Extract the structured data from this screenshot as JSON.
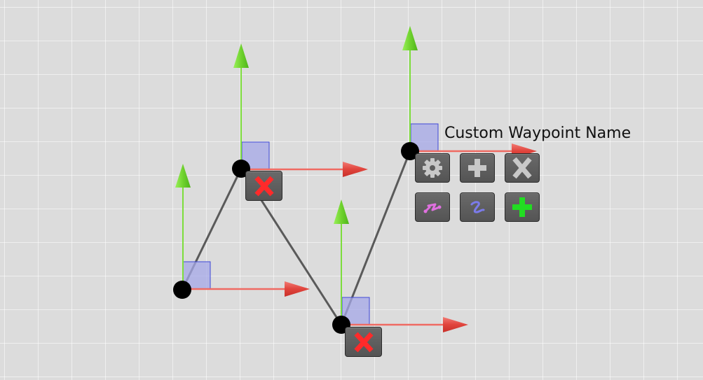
{
  "selected_waypoint": {
    "name": "Custom Waypoint Name"
  },
  "toolbar": {
    "buttons": [
      {
        "id": "settings",
        "icon": "gear-icon"
      },
      {
        "id": "insert",
        "icon": "plus-icon"
      },
      {
        "id": "remove",
        "icon": "x-icon"
      },
      {
        "id": "curve-pink",
        "icon": "curve-icon"
      },
      {
        "id": "curve-blue",
        "icon": "smooth-curve-icon"
      },
      {
        "id": "add",
        "icon": "plus-icon"
      }
    ]
  },
  "waypoints": [
    {
      "id": "waypoint-1",
      "has_delete_button": false
    },
    {
      "id": "waypoint-2",
      "has_delete_button": true
    },
    {
      "id": "waypoint-3",
      "has_delete_button": true
    },
    {
      "id": "waypoint-4",
      "has_delete_button": false,
      "selected": true
    }
  ],
  "colors": {
    "background": "#dcdcdc",
    "grid": "#ffffff",
    "path_line": "#5a5a5a",
    "y_axis": "#7ddd3c",
    "x_axis": "#e8554f",
    "plane_fill": "#a6a8e8",
    "plane_stroke": "#3f49d6",
    "node": "#000000",
    "delete_red": "#ff2a2a",
    "add_green": "#22dd22",
    "button_bg": "#5e5e5e",
    "icon_gray": "#c8c8c8",
    "curve_pink": "#e070e0",
    "curve_blue": "#7b7bea"
  }
}
